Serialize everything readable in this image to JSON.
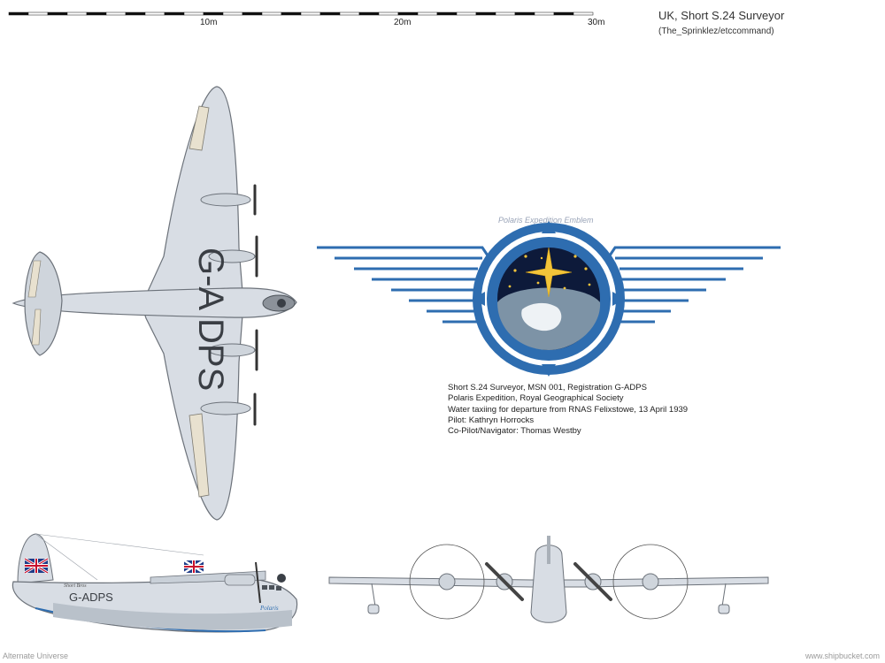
{
  "header": {
    "title": "UK, Short S.24 Surveyor",
    "credit": "(The_Sprinklez/etccommand)"
  },
  "scale_bar": {
    "labels": [
      "10m",
      "20m",
      "30m"
    ]
  },
  "emblem": {
    "caption": "Polaris Expedition Emblem",
    "colors": {
      "ring": "#2e6db0",
      "star": "#f2c43a",
      "sky": "#0d1a3a",
      "earth": "#7d93a6",
      "wings": "#2e6db0"
    }
  },
  "aircraft": {
    "registration_top": "G-A  DPS",
    "registration_side": "G-ADPS",
    "nose_script": "Polaris",
    "hull_script": "Short Bros"
  },
  "info_lines": [
    "Short S.24 Surveyor, MSN 001, Registration G-ADPS",
    "Polaris Expedition, Royal Geographical Society",
    "Water taxiing for departure from RNAS Felixstowe, 13 April 1939",
    "Pilot: Kathryn Horrocks",
    "Co-Pilot/Navigator: Thomas Westby"
  ],
  "footer": {
    "left": "Alternate Universe",
    "right": "www.shipbucket.com"
  }
}
